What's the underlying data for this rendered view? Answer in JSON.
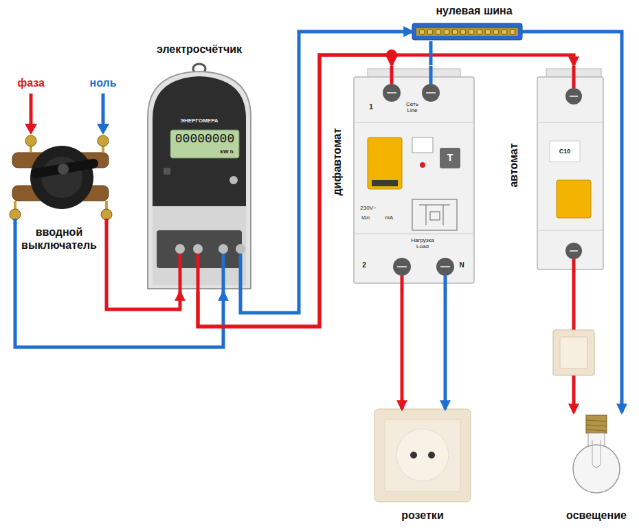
{
  "diagram": {
    "nodes": [
      {
        "text": [
          "вводной выключатель"
        ]
      },
      {
        "text": [
          "электросчётчик"
        ]
      },
      {
        "text": [
          "нулевая шина"
        ]
      },
      {
        "text": [
          "дифавтомат"
        ]
      },
      {
        "text": [
          "автомат"
        ]
      },
      {
        "text": [
          "розетки"
        ]
      },
      {
        "text": [
          "освещение"
        ]
      }
    ],
    "edges": [
      {
        "from": 0,
        "to": 1,
        "arrow": "to"
      },
      {
        "from": 0,
        "to": 1,
        "arrow": "to"
      },
      {
        "from": 1,
        "to": 2,
        "arrow": "to"
      },
      {
        "from": 1,
        "to": 3,
        "arrow": "to"
      },
      {
        "from": 1,
        "to": 4,
        "arrow": "to"
      },
      {
        "from": 2,
        "to": 3,
        "arrow": "none"
      },
      {
        "from": 3,
        "to": 5,
        "arrow": "to"
      },
      {
        "from": 3,
        "to": 5,
        "arrow": "to"
      },
      {
        "from": 4,
        "to": 6,
        "arrow": "to"
      },
      {
        "from": 2,
        "to": 6,
        "arrow": "to"
      }
    ],
    "labels": [
      "фаза",
      "ноль",
      "ЭНЕРГОМЕРА",
      "00000000",
      "kW h",
      "1",
      "Сеть Line",
      "T",
      "230V~",
      "IΔn",
      "mA",
      "Нагрузка Load",
      "2",
      "N",
      "C10"
    ]
  }
}
